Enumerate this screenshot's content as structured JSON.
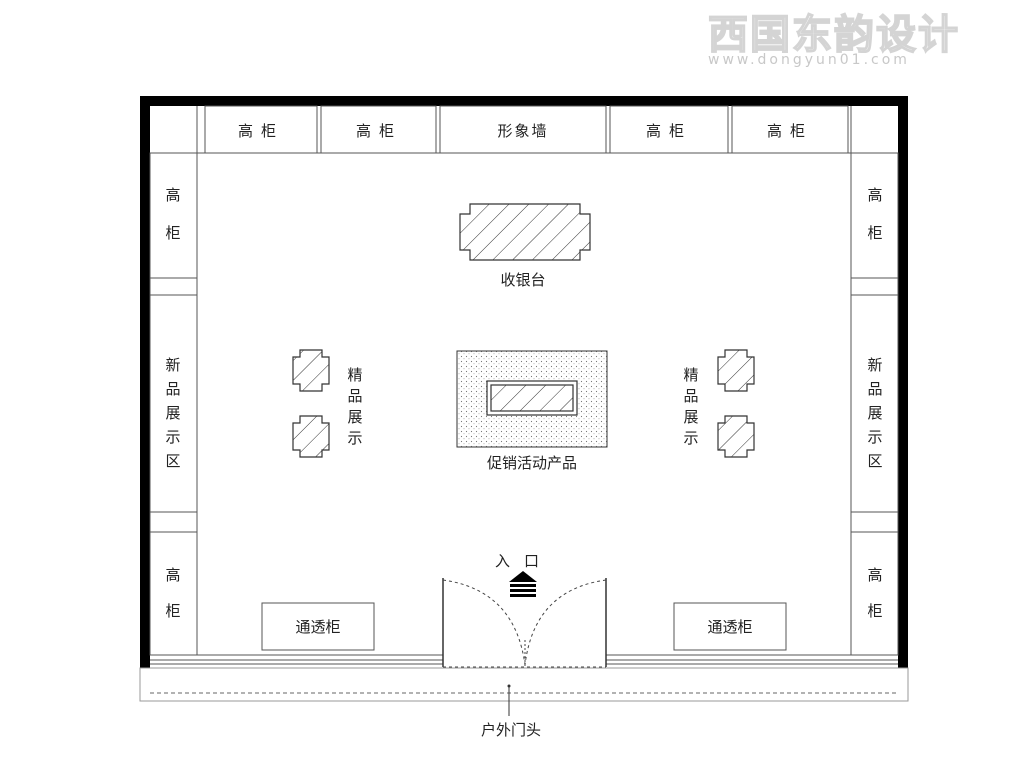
{
  "watermark": {
    "brand": "西国东韵设计",
    "url": "www.dongyun01.com"
  },
  "labels": {
    "high_cabinet": "高柜",
    "image_wall": "形象墙",
    "cashier": "收银台",
    "fine_display": "精品展示",
    "new_display": "新品展示区",
    "promo": "促销活动产品",
    "entrance": "入口",
    "clear_cabinet": "通透柜",
    "outdoor_sign": "户外门头"
  }
}
